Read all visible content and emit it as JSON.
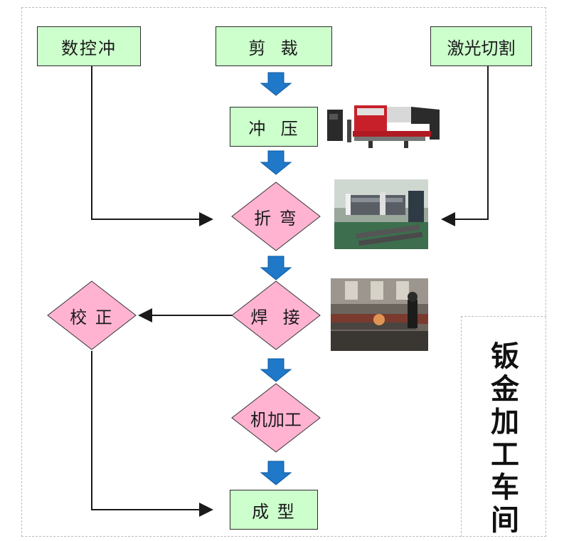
{
  "title": {
    "chars": [
      "钣",
      "金",
      "加",
      "工",
      "车",
      "间"
    ]
  },
  "nodes": {
    "cnc_punch": "数控冲",
    "shear": "剪  裁",
    "laser_cut": "激光切割",
    "stamping": "冲  压",
    "bending": "折 弯",
    "welding": "焊  接",
    "correction": "校 正",
    "machining": "机加工",
    "forming": "成 型"
  },
  "colors": {
    "box_fill": "#ccffcc",
    "diamond_fill": "#ffb3d1",
    "arrow_blue": "#1f78c8",
    "line": "#1a1a1a"
  },
  "photos": [
    {
      "name": "punch-press-photo",
      "icon": "punch-press"
    },
    {
      "name": "bending-workshop-photo",
      "icon": "bending-machine"
    },
    {
      "name": "welding-workshop-photo",
      "icon": "welding-machine"
    }
  ]
}
